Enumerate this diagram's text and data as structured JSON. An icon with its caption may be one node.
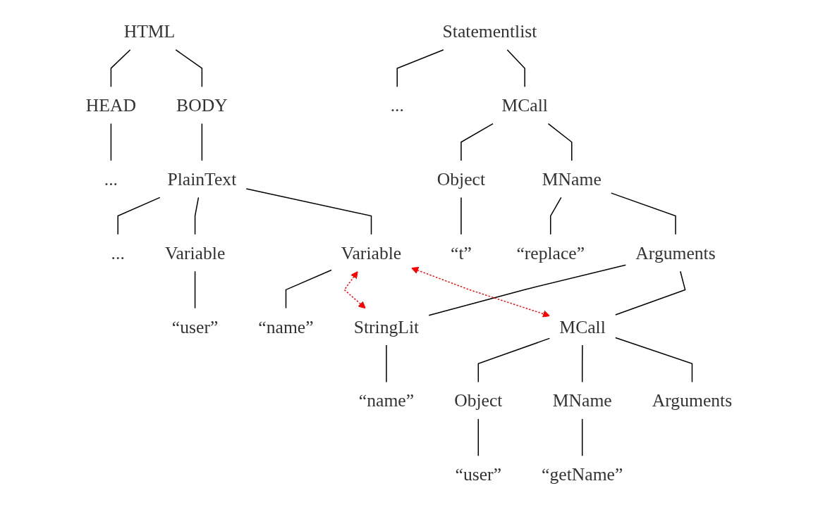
{
  "diagram": {
    "nodes": [
      {
        "text": [
          "HTML"
        ]
      },
      {
        "text": [
          "HEAD"
        ]
      },
      {
        "text": [
          "BODY"
        ]
      },
      {
        "text": [
          "..."
        ]
      },
      {
        "text": [
          "PlainText"
        ]
      },
      {
        "text": [
          "..."
        ]
      },
      {
        "text": [
          "Variable"
        ]
      },
      {
        "text": [
          "Variable"
        ]
      },
      {
        "text": [
          "“user”"
        ]
      },
      {
        "text": [
          "“name”"
        ]
      },
      {
        "text": [
          "Statementlist"
        ]
      },
      {
        "text": [
          "..."
        ]
      },
      {
        "text": [
          "MCall"
        ]
      },
      {
        "text": [
          "Object"
        ]
      },
      {
        "text": [
          "MName"
        ]
      },
      {
        "text": [
          "“t”"
        ]
      },
      {
        "text": [
          "“replace”"
        ]
      },
      {
        "text": [
          "Arguments"
        ]
      },
      {
        "text": [
          "StringLit"
        ]
      },
      {
        "text": [
          "MCall"
        ]
      },
      {
        "text": [
          "“name”"
        ]
      },
      {
        "text": [
          "Object"
        ]
      },
      {
        "text": [
          "MName"
        ]
      },
      {
        "text": [
          "Arguments"
        ]
      },
      {
        "text": [
          "“user”"
        ]
      },
      {
        "text": [
          "“getName”"
        ]
      }
    ],
    "edges": [
      {
        "from": 0,
        "to": 1,
        "arrow": "none"
      },
      {
        "from": 0,
        "to": 2,
        "arrow": "none"
      },
      {
        "from": 1,
        "to": 3,
        "arrow": "none"
      },
      {
        "from": 2,
        "to": 4,
        "arrow": "none"
      },
      {
        "from": 4,
        "to": 5,
        "arrow": "none"
      },
      {
        "from": 4,
        "to": 6,
        "arrow": "none"
      },
      {
        "from": 4,
        "to": 7,
        "arrow": "none"
      },
      {
        "from": 6,
        "to": 8,
        "arrow": "none"
      },
      {
        "from": 7,
        "to": 9,
        "arrow": "none"
      },
      {
        "from": 10,
        "to": 11,
        "arrow": "none"
      },
      {
        "from": 10,
        "to": 12,
        "arrow": "none"
      },
      {
        "from": 12,
        "to": 13,
        "arrow": "none"
      },
      {
        "from": 12,
        "to": 14,
        "arrow": "none"
      },
      {
        "from": 13,
        "to": 15,
        "arrow": "none"
      },
      {
        "from": 14,
        "to": 16,
        "arrow": "none"
      },
      {
        "from": 14,
        "to": 17,
        "arrow": "none"
      },
      {
        "from": 17,
        "to": 18,
        "arrow": "none"
      },
      {
        "from": 17,
        "to": 19,
        "arrow": "none"
      },
      {
        "from": 18,
        "to": 20,
        "arrow": "none"
      },
      {
        "from": 19,
        "to": 21,
        "arrow": "none"
      },
      {
        "from": 19,
        "to": 22,
        "arrow": "none"
      },
      {
        "from": 19,
        "to": 23,
        "arrow": "none"
      },
      {
        "from": 21,
        "to": 24,
        "arrow": "none"
      },
      {
        "from": 22,
        "to": 25,
        "arrow": "none"
      },
      {
        "from": 7,
        "to": 18,
        "arrow": "both",
        "style": "dashed",
        "color": "#ff0000"
      },
      {
        "from": 7,
        "to": 19,
        "arrow": "both",
        "style": "dashed",
        "color": "#ff0000"
      }
    ]
  }
}
